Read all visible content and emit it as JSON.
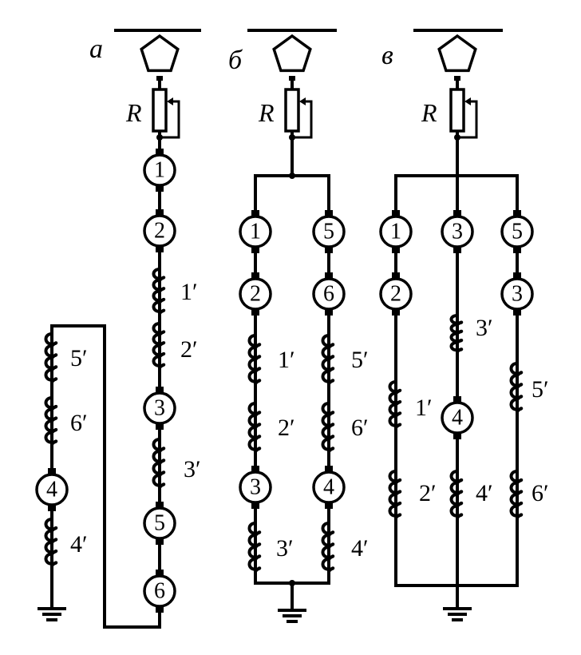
{
  "panels": [
    {
      "id": "a",
      "label": "а"
    },
    {
      "id": "b",
      "label": "б"
    },
    {
      "id": "c",
      "label": "в"
    }
  ],
  "resistor_label": "R",
  "panel_a": {
    "motors": [
      "1",
      "2",
      "3",
      "5",
      "6",
      "4"
    ],
    "coils": [
      "1′",
      "2′",
      "3′",
      "5′",
      "6′",
      "4′"
    ]
  },
  "panel_b": {
    "motors": [
      "1",
      "2",
      "3",
      "5",
      "6",
      "4"
    ],
    "coils": [
      "1′",
      "2′",
      "3′",
      "5′",
      "6′",
      "4′"
    ]
  },
  "panel_c": {
    "motors": [
      "1",
      "2",
      "3",
      "4",
      "5",
      "3"
    ],
    "coils": [
      "3′",
      "1′",
      "2′",
      "4′",
      "5′",
      "6′"
    ]
  }
}
